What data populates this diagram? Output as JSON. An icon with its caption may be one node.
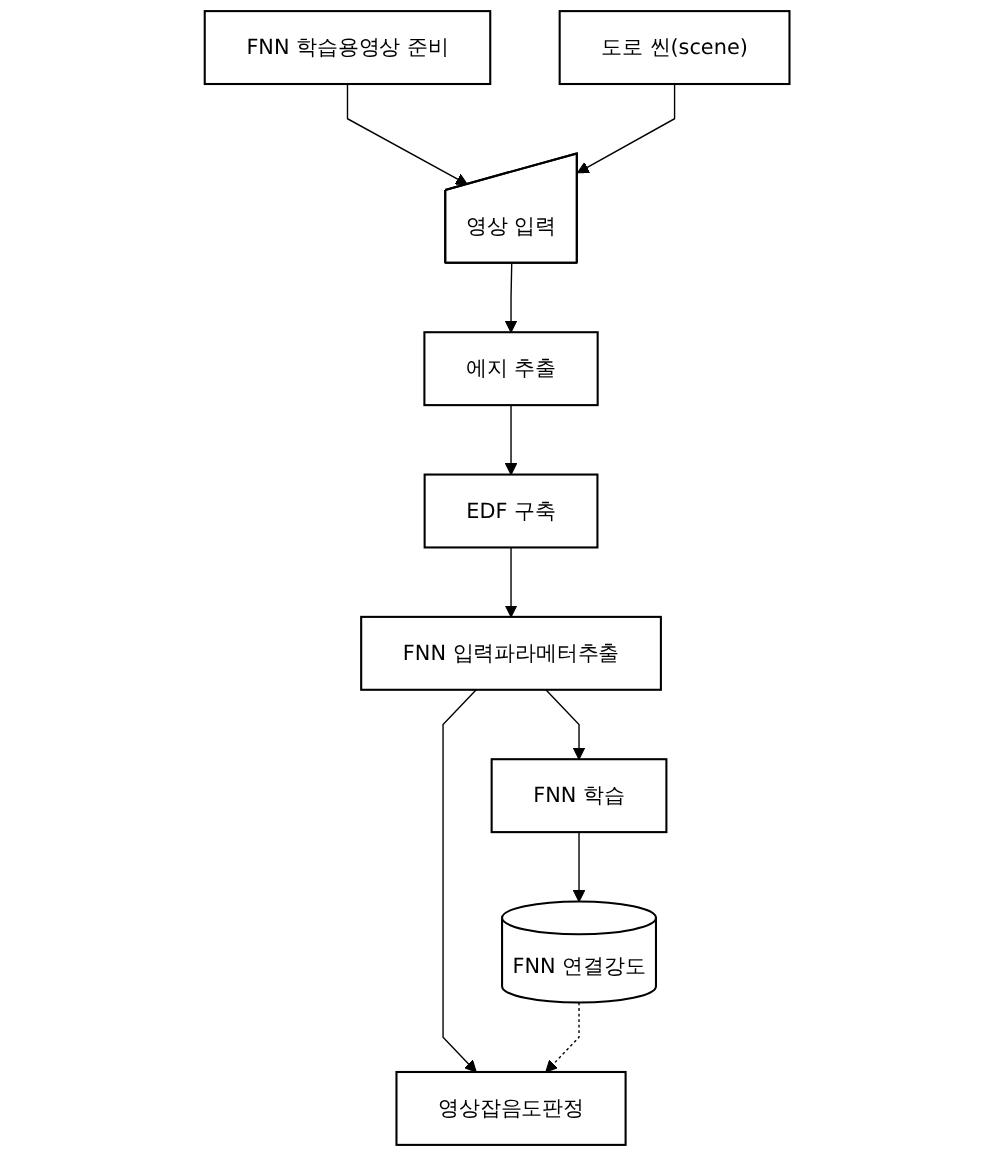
{
  "diagram": {
    "nodes": [
      {
        "text": [
          "FNN 학습용영상 준비"
        ]
      },
      {
        "text": [
          "도로 씬(scene)"
        ]
      },
      {
        "text": [
          "영상 입력"
        ]
      },
      {
        "text": [
          "에지 추출"
        ]
      },
      {
        "text": [
          "EDF 구축"
        ]
      },
      {
        "text": [
          "FNN 입력파라메터추출"
        ]
      },
      {
        "text": [
          "FNN 학습"
        ]
      },
      {
        "text": [
          "FNN 연결강도"
        ]
      },
      {
        "text": [
          "영상잡음도판정"
        ]
      }
    ],
    "edges": [
      {
        "from": 0,
        "to": 2,
        "arrow": "to"
      },
      {
        "from": 1,
        "to": 2,
        "arrow": "to"
      },
      {
        "from": 2,
        "to": 3,
        "arrow": "to"
      },
      {
        "from": 3,
        "to": 4,
        "arrow": "to"
      },
      {
        "from": 4,
        "to": 5,
        "arrow": "to"
      },
      {
        "from": 5,
        "to": 6,
        "arrow": "to"
      },
      {
        "from": 5,
        "to": 8,
        "arrow": "to"
      },
      {
        "from": 6,
        "to": 7,
        "arrow": "to"
      },
      {
        "from": 7,
        "to": 8,
        "arrow": "to",
        "style": "dashed"
      }
    ]
  }
}
